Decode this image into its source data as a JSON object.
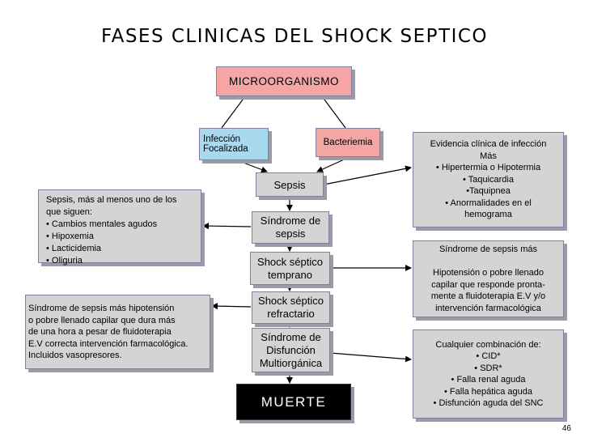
{
  "title": "FASES CLINICAS DEL SHOCK SEPTICO",
  "page_number": "46",
  "colors": {
    "microorganismo": "#f5a5a3",
    "infeccion": "#a9d9ef",
    "bacteriemia": "#f3a6a4",
    "grey_box": "#d4d4d4",
    "muerte": "#000000"
  },
  "nodes": {
    "microorganismo": "MICROORGANISMO",
    "infeccion": [
      "Infección",
      "Focalizada"
    ],
    "bacteriemia": "Bacteriemia",
    "sepsis": "Sepsis",
    "sindrome_sepsis": [
      "Síndrome de",
      "sepsis"
    ],
    "shock_temprano": [
      "Shock séptico",
      "temprano"
    ],
    "shock_refractario": [
      "Shock séptico",
      "refractario"
    ],
    "disfuncion": [
      "Síndrome de",
      "Disfunción",
      "Multiorgánica"
    ],
    "muerte": "MUERTE"
  },
  "notes": {
    "criterios": [
      "Sepsis, más al menos uno de los",
      "que siguen:",
      "• Cambios mentales agudos",
      "• Hipoxemia",
      "• Lacticidemia",
      "• Oliguria"
    ],
    "refractario": [
      "Síndrome de sepsis más hipotensión",
      "o pobre llenado capilar que dura más",
      "de una hora a pesar de fluidoterapia",
      "E.V correcta intervención farmacológica.",
      "Incluidos vasopresores."
    ],
    "evidencia": [
      "Evidencia clínica de infección",
      "Más",
      "• Hipertermia o Hipotermia",
      "• Taquicardia",
      "•Taquipnea",
      "• Anormalidades en el",
      "hemograma"
    ],
    "temprano": [
      "Síndrome de sepsis más",
      "",
      "Hipotensión o pobre llenado",
      "capilar que responde pronta-",
      "mente a fluidoterapia E.V y/o",
      "intervención farmacológica"
    ],
    "disfuncion": [
      "Cualquier combinación de:",
      "• CID*",
      "• SDR*",
      "• Falla renal aguda",
      "• Falla hepática aguda",
      "• Disfunción aguda del SNC"
    ]
  }
}
